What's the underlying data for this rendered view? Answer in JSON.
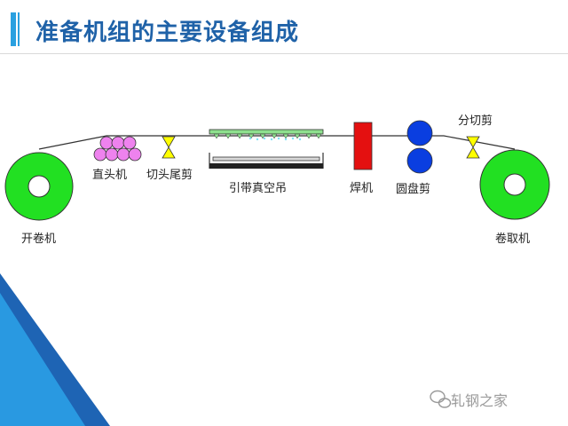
{
  "title": "准备机组的主要设备组成",
  "labels": {
    "uncoiler": "开卷机",
    "straightener": "直头机",
    "head_tail_shear": "切头尾剪",
    "vacuum_hoist": "引带真空吊",
    "welder": "焊机",
    "disc_shear": "圆盘剪",
    "dividing_shear": "分切剪",
    "recoiler": "卷取机"
  },
  "watermark": "轧钢之家",
  "colors": {
    "title": "#1f62a8",
    "accent": "#2aa0e0",
    "coil": "#22e022",
    "straightener_roll": "#ee82ee",
    "shear": "#ffff00",
    "welder": "#e41010",
    "disc_shear": "#0a3ee0",
    "vacuum_hoist": "#8ee08e"
  }
}
